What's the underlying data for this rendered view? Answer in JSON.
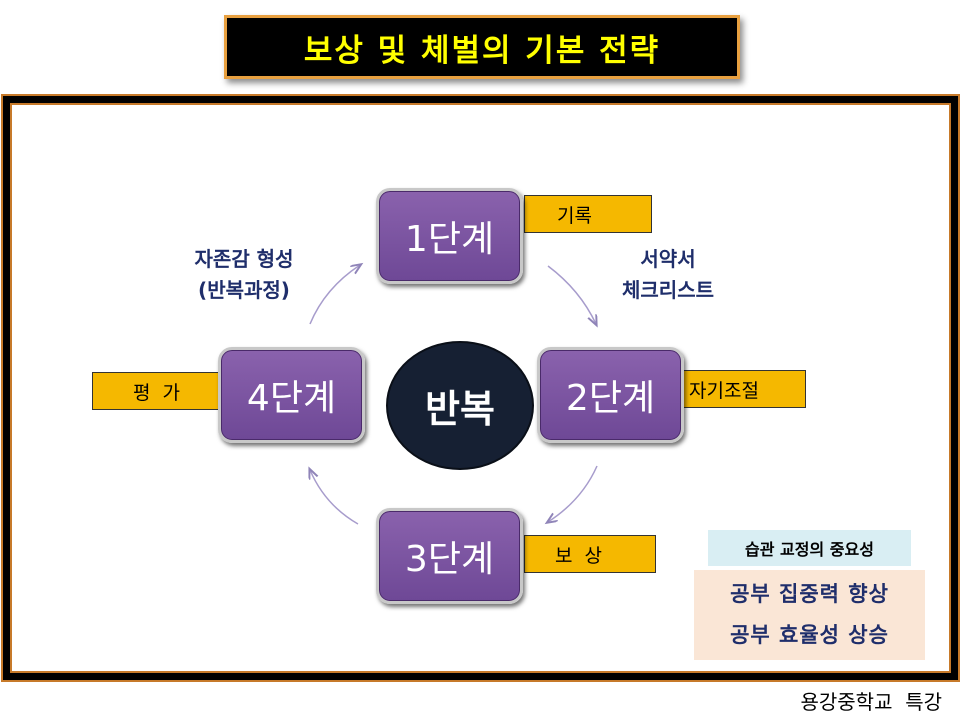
{
  "title": "보상 및 체벌의 기본 전략",
  "center": "반복",
  "stages": {
    "s1": {
      "label": "1단계",
      "tag": "기록"
    },
    "s2": {
      "label": "2단계",
      "tag": "자기조절"
    },
    "s3": {
      "label": "3단계",
      "tag": "보  상"
    },
    "s4": {
      "label": "4단계",
      "tag": "평  가"
    }
  },
  "notes": {
    "top_right": [
      "서약서",
      "체크리스트"
    ],
    "top_left": [
      "자존감 형성",
      "(반복과정)"
    ]
  },
  "habit": {
    "title": "습관 교정의 중요성",
    "lines": [
      "공부 집중력 향상",
      "공부 효율성 상승"
    ]
  },
  "footer": "용강중학교  특강"
}
